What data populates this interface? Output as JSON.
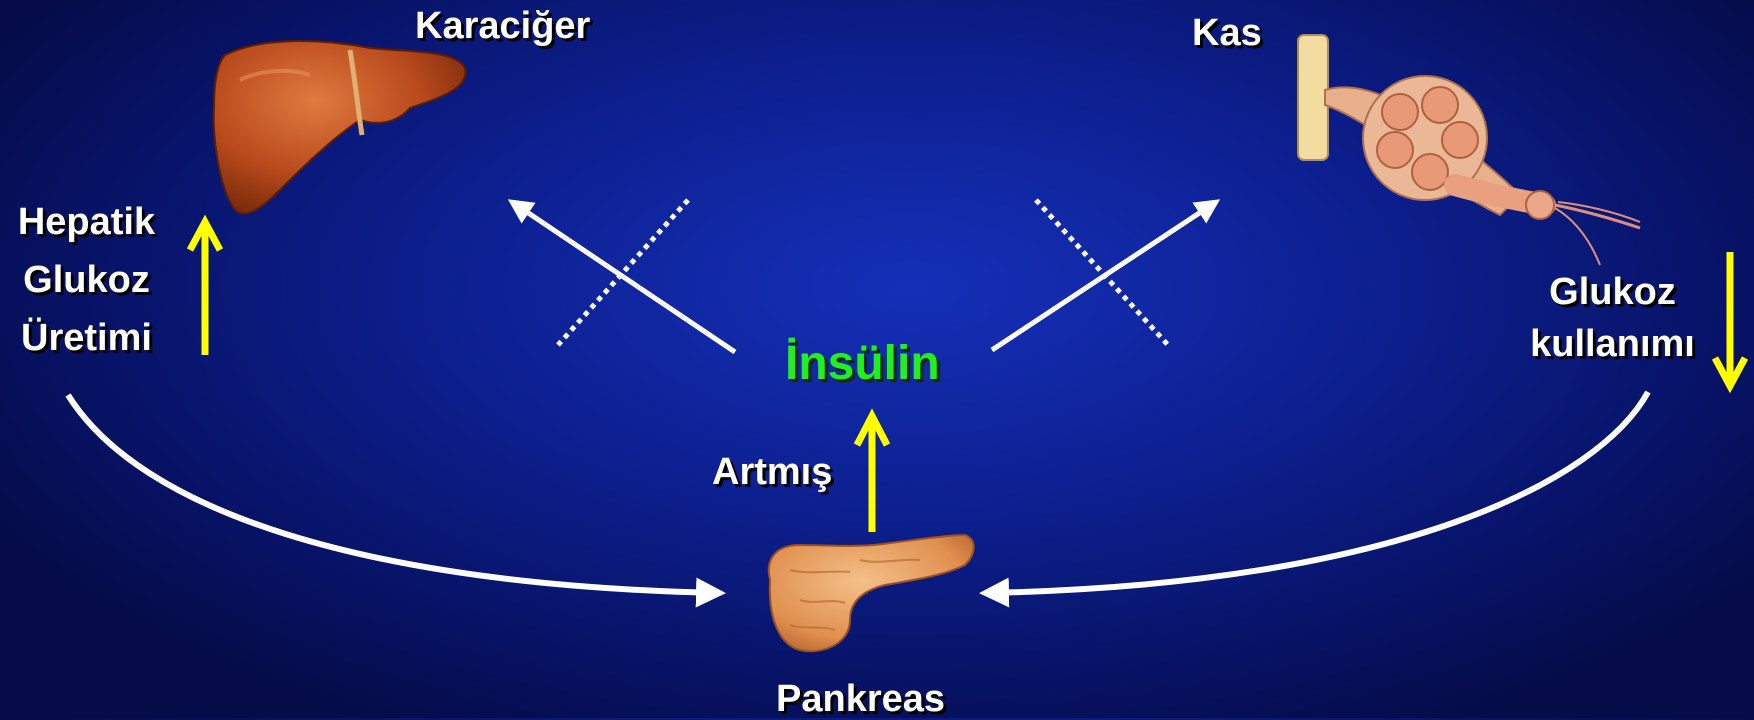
{
  "labels": {
    "liver": "Karaciğer",
    "muscle": "Kas",
    "hepatic_line1": "Hepatik",
    "hepatic_line2": "Glukoz",
    "hepatic_line3": "Üretimi",
    "glucose_line1": "Glukoz",
    "glucose_line2": "kullanımı",
    "insulin": "İnsülin",
    "increased": "Artmış",
    "pancreas": "Pankreas"
  },
  "colors": {
    "text": "#ffffff",
    "insulin": "#22ee22",
    "indicator_arrow": "#ffff00",
    "flow_arrow": "#ffffff",
    "liver": "#b84a1c",
    "pancreas": "#e6995a",
    "muscle": "#e8b08c"
  },
  "icons": {
    "liver": "liver-illustration",
    "muscle": "muscle-illustration",
    "pancreas": "pancreas-illustration"
  }
}
